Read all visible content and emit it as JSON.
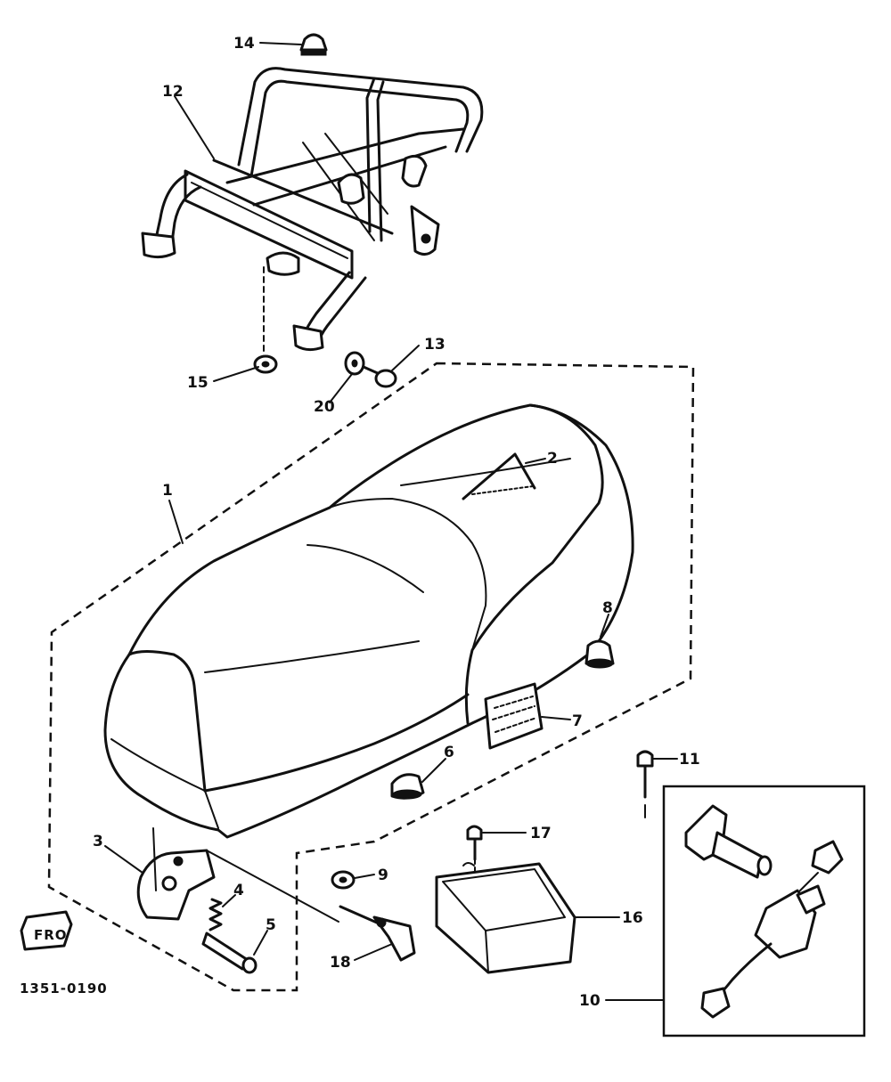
{
  "diagram": {
    "catalog_code": "1351-0190",
    "front_mark": "FRO",
    "callouts": [
      {
        "id": "c1",
        "label": "1"
      },
      {
        "id": "c2",
        "label": "2"
      },
      {
        "id": "c3",
        "label": "3"
      },
      {
        "id": "c4",
        "label": "4"
      },
      {
        "id": "c5",
        "label": "5"
      },
      {
        "id": "c6",
        "label": "6"
      },
      {
        "id": "c7",
        "label": "7"
      },
      {
        "id": "c8",
        "label": "8"
      },
      {
        "id": "c9",
        "label": "9"
      },
      {
        "id": "c10",
        "label": "10"
      },
      {
        "id": "c11",
        "label": "11"
      },
      {
        "id": "c12",
        "label": "12"
      },
      {
        "id": "c13",
        "label": "13"
      },
      {
        "id": "c14",
        "label": "14"
      },
      {
        "id": "c15",
        "label": "15"
      },
      {
        "id": "c16",
        "label": "16"
      },
      {
        "id": "c17",
        "label": "17"
      },
      {
        "id": "c18",
        "label": "18"
      },
      {
        "id": "c20",
        "label": "20"
      }
    ]
  }
}
